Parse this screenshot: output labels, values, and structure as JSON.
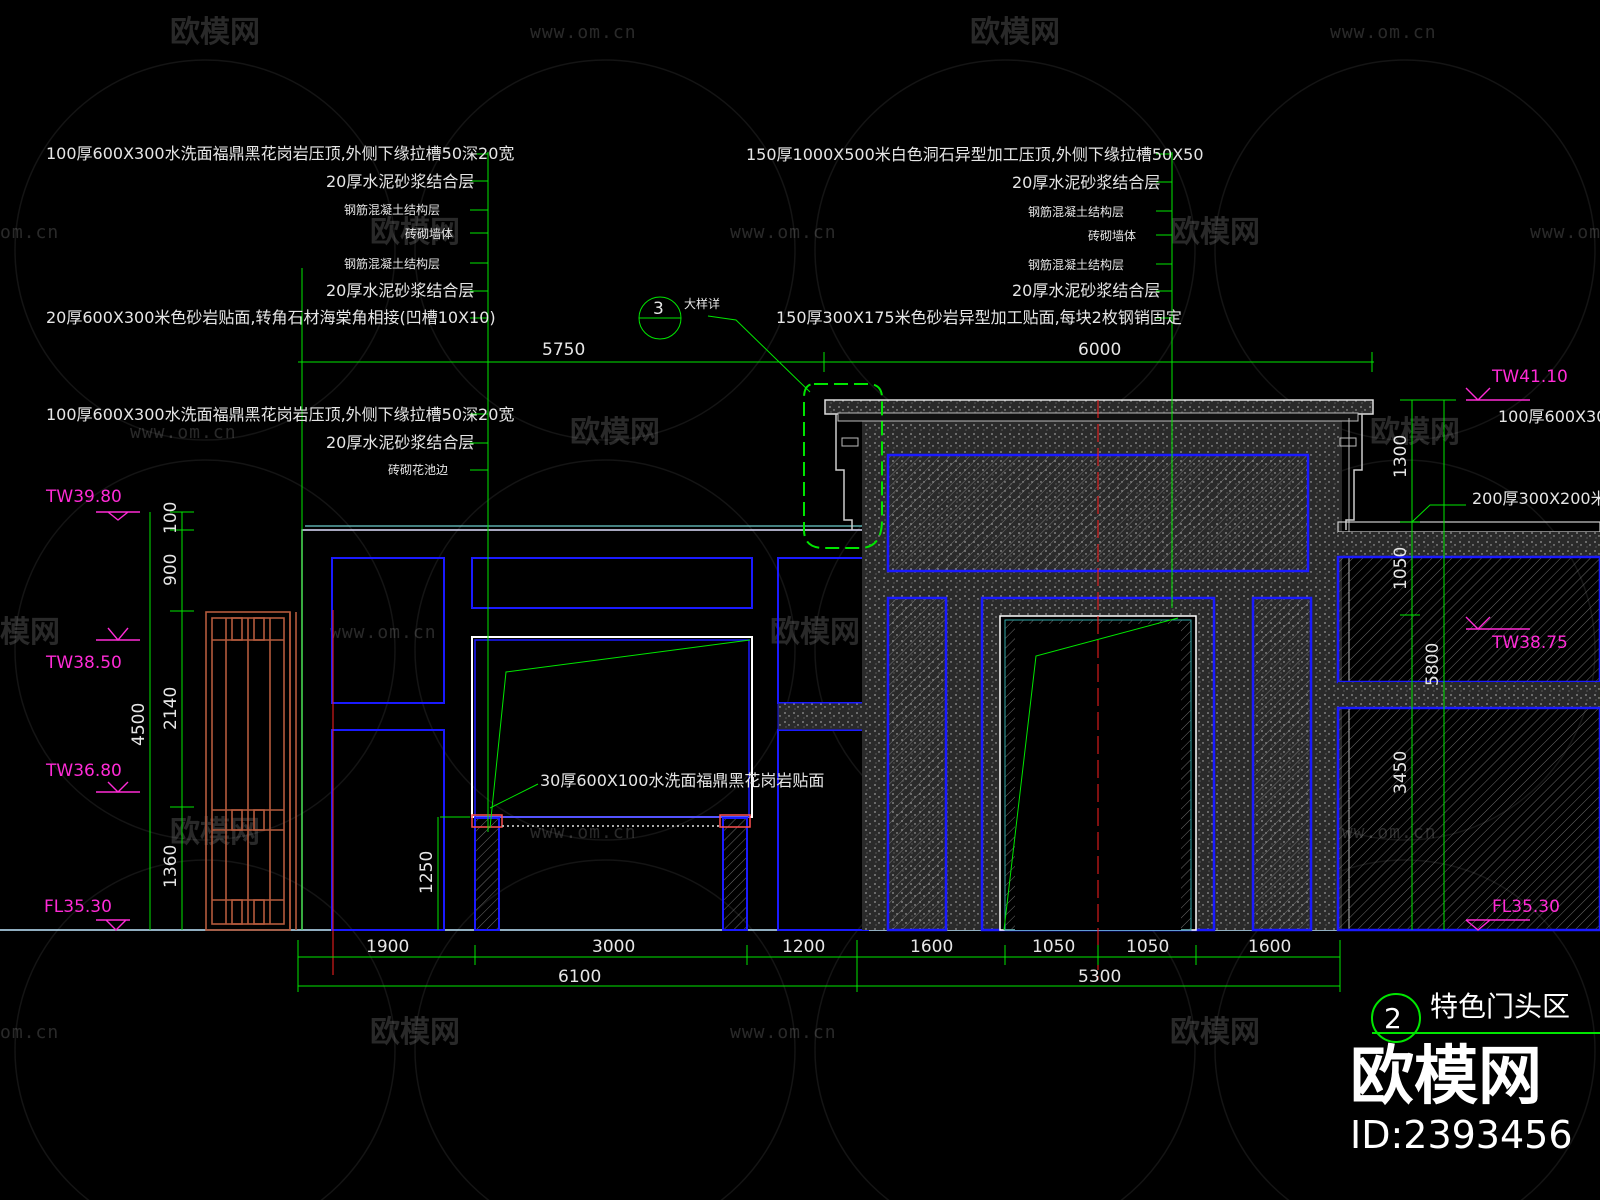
{
  "notes_left_top": [
    "100厚600X300水洗面福鼎黑花岗岩压顶,外侧下缘拉槽50深20宽",
    "20厚水泥砂浆结合层",
    "钢筋混凝土结构层",
    "砖砌墙体",
    "钢筋混凝土结构层",
    "20厚水泥砂浆结合层",
    "20厚600X300米色砂岩贴面,转角石材海棠角相接(凹槽10X10)"
  ],
  "notes_left_mid": [
    "100厚600X300水洗面福鼎黑花岗岩压顶,外侧下缘拉槽50深20宽",
    "20厚水泥砂浆结合层",
    "砖砌花池边"
  ],
  "notes_right_top": [
    "150厚1000X500米白色洞石异型加工压顶,外侧下缘拉槽50X50",
    "20厚水泥砂浆结合层",
    "钢筋混凝土结构层",
    "砖砌墙体",
    "钢筋混凝土结构层",
    "20厚水泥砂浆结合层",
    "150厚300X175米色砂岩异型加工贴面,每块2枚钢销固定"
  ],
  "note_paving": "30厚600X100水洗面福鼎黑花岗岩贴面",
  "note_right_edge_1": "100厚600X30",
  "note_right_edge_2": "200厚300X200米",
  "detail_callout": {
    "number": "3",
    "label": "大样详"
  },
  "levels": [
    "TW39.80",
    "TW38.50",
    "TW36.80",
    "FL35.30",
    "TW41.10",
    "TW38.75",
    "FL35.30"
  ],
  "dims_top": [
    "5750",
    "6000"
  ],
  "dims_bottom_row1": [
    "1900",
    "3000",
    "1200",
    "1600",
    "1050",
    "1050",
    "1600"
  ],
  "dims_bottom_row2": [
    "6100",
    "5300"
  ],
  "dims_left_vertical": [
    "100",
    "900",
    "2140",
    "1360",
    "4500",
    "1250"
  ],
  "dims_right_vertical": [
    "1300",
    "1050",
    "5800",
    "3450"
  ],
  "title": {
    "number": "2",
    "text": "特色门头区"
  },
  "watermark": {
    "brand": "欧模网",
    "url": "www.om.cn",
    "url_partial": "om.cn",
    "brand_partial": "模网",
    "id": "ID:2393456"
  },
  "colors": {
    "dim_line": "#00e600",
    "wall_outline": "#1a1aff",
    "level_mark": "#ff2bd6",
    "centerline": "#ff2020",
    "paving": "#b45a3c"
  }
}
